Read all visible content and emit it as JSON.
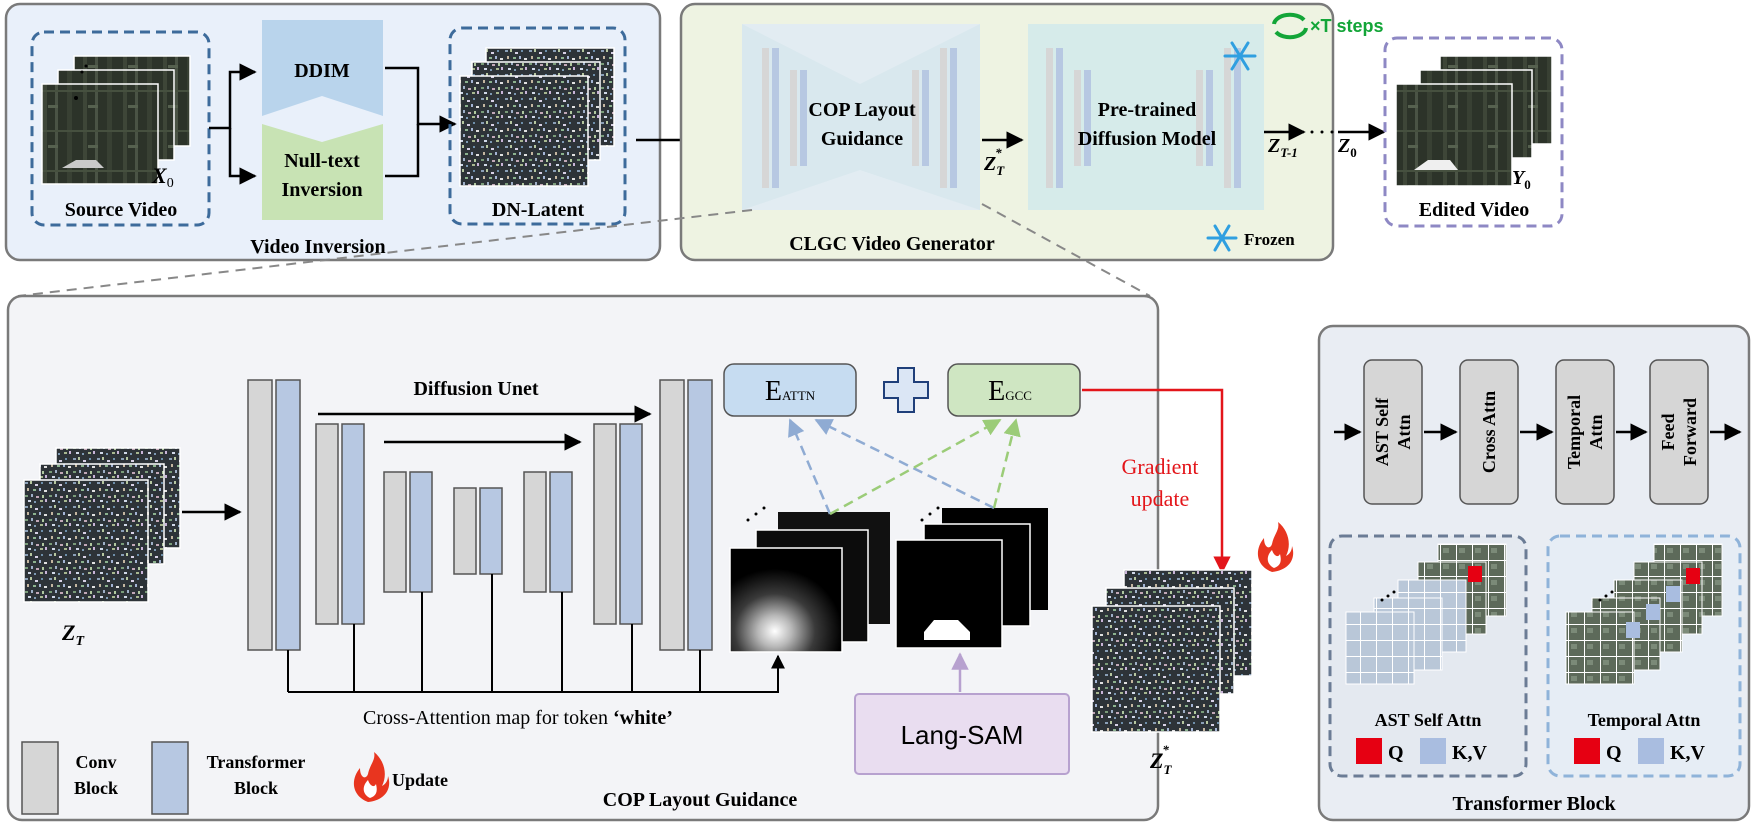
{
  "top_panels": {
    "video_inversion": {
      "title": "Video Inversion",
      "source_label": "Source Video",
      "x0_label": "X",
      "x0_sub": "0",
      "ddim_label": "DDIM",
      "nti_line1": "Null-text",
      "nti_line2": "Inversion",
      "dn_latent_label": "DN-Latent"
    },
    "generator": {
      "title": "CLGC Video Generator",
      "cop_line1": "COP Layout",
      "cop_line2": "Guidance",
      "pretrained_line1": "Pre-trained",
      "pretrained_line2": "Diffusion Model",
      "frozen_label": "Frozen",
      "steps_label": "×T steps"
    },
    "zt_label": "Z",
    "zt_sub": "T",
    "zt_star_label": "Z",
    "zt_star_sub": "T",
    "zt_star_sup": "*",
    "zt1_label": "Z",
    "zt1_sub": "T-1",
    "z0_label": "Z",
    "z0_sub": "0",
    "edited_label": "Edited Video",
    "y0_label": "Y",
    "y0_sub": "0"
  },
  "cop_panel": {
    "title": "COP Layout Guidance",
    "unet_label": "Diffusion Unet",
    "eattn_main": "E",
    "eattn_sub": "ATTN",
    "egcc_main": "E",
    "egcc_sub": "GCC",
    "plus_symbol": "+",
    "gradient_line1": "Gradient",
    "gradient_line2": "update",
    "crossattn_prefix": "Cross-Attention map for token ",
    "crossattn_token": "‘white’",
    "langsam_label": "Lang-SAM",
    "zt_label": "Z",
    "zt_sub": "T",
    "ztstar_label": "Z",
    "ztstar_sub": "T",
    "ztstar_sup": "*",
    "legend": {
      "conv_line1": "Conv",
      "conv_line2": "Block",
      "transformer_line1": "Transformer",
      "transformer_line2": "Block",
      "update_label": "Update"
    }
  },
  "transformer_panel": {
    "title": "Transformer Block",
    "blocks": [
      {
        "line1": "AST Self",
        "line2": "Attn"
      },
      {
        "line1": "Cross Attn",
        "line2": ""
      },
      {
        "line1": "Temporal",
        "line2": "Attn"
      },
      {
        "line1": "Feed",
        "line2": "Forward"
      }
    ],
    "ast_label": "AST Self Attn",
    "temporal_label": "Temporal Attn",
    "q_label": "Q",
    "kv_label": "K,V"
  },
  "colors": {
    "panel_blue": "#e9f0fa",
    "panel_green": "#eef3e2",
    "panel_gray": "#f3f4f7",
    "dashed_blue": "#3d6b9b",
    "dashed_purple": "#8e88c4",
    "ddim_fill": "#b9d4ec",
    "nti_fill": "#c8e3b4",
    "conv_gray": "#d6d6d6",
    "transformer_blue": "#b7c8e2",
    "eattn_fill": "#c6dcf1",
    "egcc_fill": "#cfe6c2",
    "langsam_fill": "#e9ddf0",
    "gradient_red": "#e3151a",
    "arrow_blue_dash": "#8fabd3",
    "arrow_green_dash": "#9bcc78",
    "q_red": "#e60012",
    "kv_blue": "#a9bde0",
    "steps_green": "#13a538",
    "snow_blue": "#2f9fe0"
  },
  "icons": [
    "refresh-cycle-icon",
    "snowflake-icon",
    "flame-icon"
  ]
}
